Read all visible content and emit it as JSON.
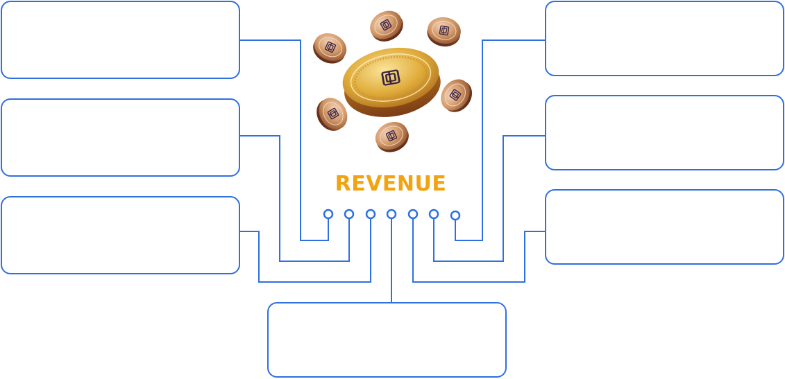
{
  "title": "REVENUE",
  "colors": {
    "line": "#2f6fe0",
    "title": "#f2a312",
    "coin_light": "#f7d36a",
    "coin_mid": "#d49a2a",
    "coin_dark": "#8a4a1c",
    "coin_rose": "#c98a7a",
    "emblem": "#3b2340"
  },
  "boxes": [
    {
      "id": "left-1",
      "text": ""
    },
    {
      "id": "left-2",
      "text": ""
    },
    {
      "id": "left-3",
      "text": ""
    },
    {
      "id": "right-1",
      "text": ""
    },
    {
      "id": "right-2",
      "text": ""
    },
    {
      "id": "right-3",
      "text": ""
    },
    {
      "id": "bottom",
      "text": ""
    }
  ],
  "icon": "coins-revenue-icon"
}
